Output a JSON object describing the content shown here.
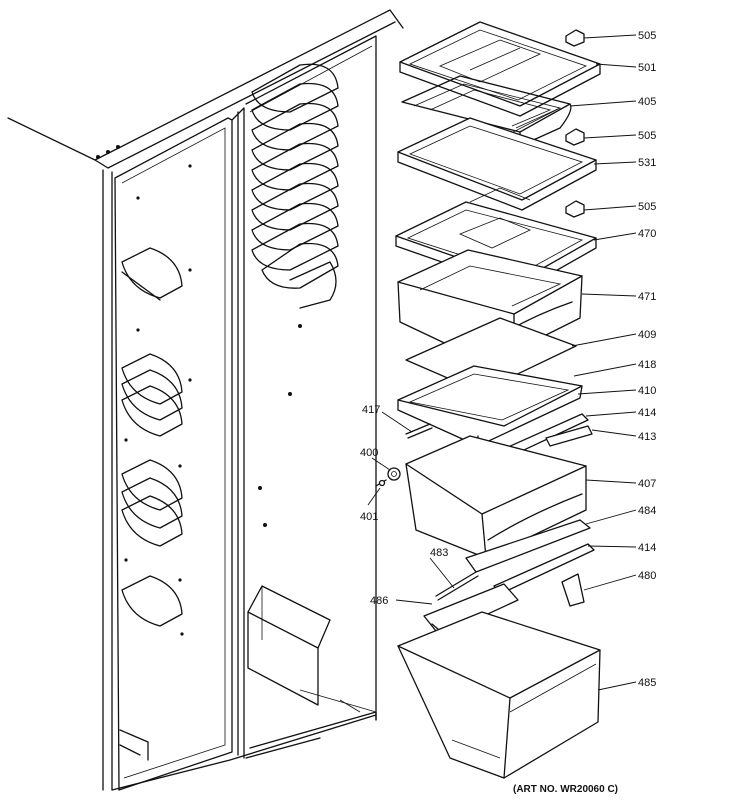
{
  "parts": [
    {
      "id": "p505a",
      "label": "505"
    },
    {
      "id": "p501",
      "label": "501"
    },
    {
      "id": "p405",
      "label": "405"
    },
    {
      "id": "p505b",
      "label": "505"
    },
    {
      "id": "p531",
      "label": "531"
    },
    {
      "id": "p505c",
      "label": "505"
    },
    {
      "id": "p470",
      "label": "470"
    },
    {
      "id": "p471",
      "label": "471"
    },
    {
      "id": "p409",
      "label": "409"
    },
    {
      "id": "p418",
      "label": "418"
    },
    {
      "id": "p410",
      "label": "410"
    },
    {
      "id": "p414a",
      "label": "414"
    },
    {
      "id": "p413",
      "label": "413"
    },
    {
      "id": "p407",
      "label": "407"
    },
    {
      "id": "p484",
      "label": "484"
    },
    {
      "id": "p414b",
      "label": "414"
    },
    {
      "id": "p480",
      "label": "480"
    },
    {
      "id": "p485",
      "label": "485"
    },
    {
      "id": "p417",
      "label": "417"
    },
    {
      "id": "p400",
      "label": "400"
    },
    {
      "id": "p401",
      "label": "401"
    },
    {
      "id": "p483",
      "label": "483"
    },
    {
      "id": "p486",
      "label": "486"
    }
  ],
  "art_number": "(ART NO. WR20060 C)"
}
